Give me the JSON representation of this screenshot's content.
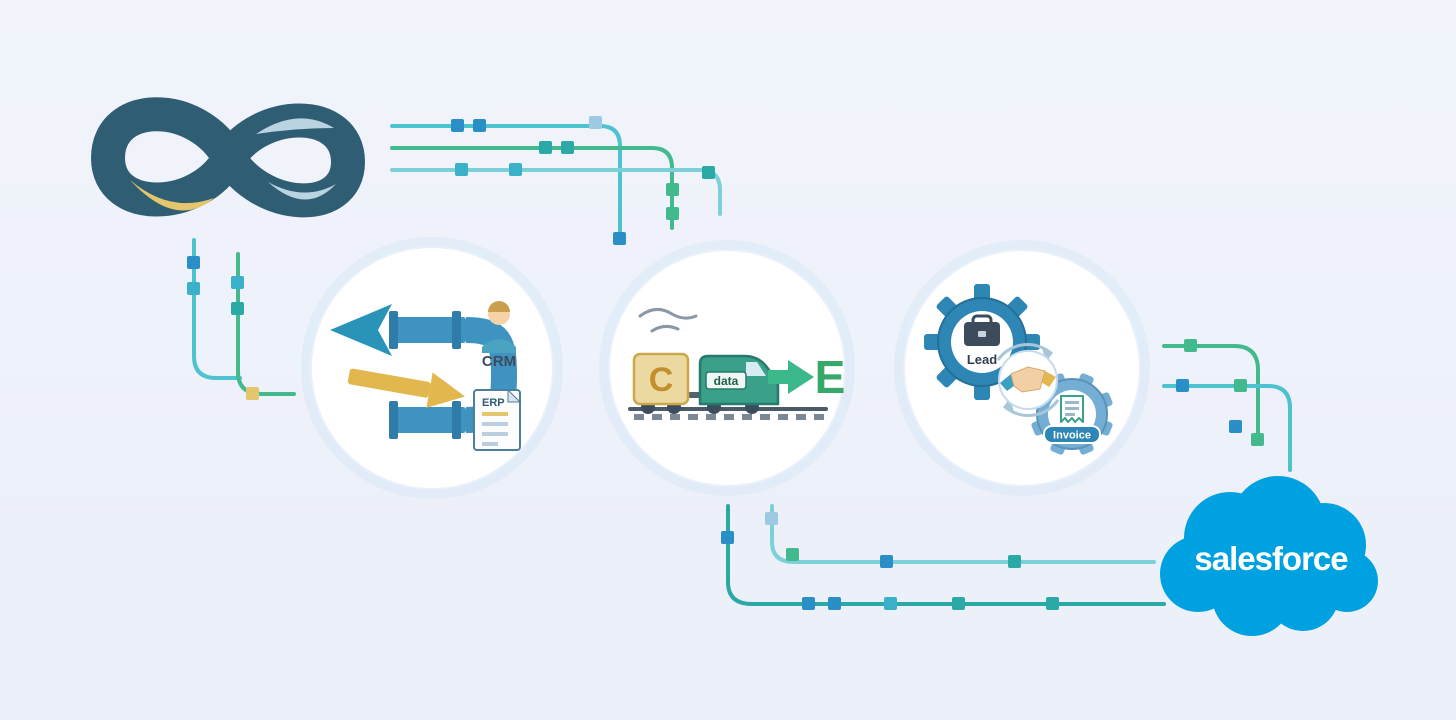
{
  "colors": {
    "background": "#eef1f8",
    "logo_dark_teal": "#2f5d74",
    "logo_yellow": "#e4c76c",
    "logo_light_blue": "#b9d3e0",
    "line_teal": "#4cc3cf",
    "line_green": "#43b98e",
    "line_light_teal": "#7cd0d8",
    "square_blue": "#2b8fc7",
    "square_teal": "#2aa9a6",
    "square_cyan": "#3ab0c9",
    "square_light_blue": "#9ec9e2",
    "square_yellow": "#e4c76c",
    "pipe_blue": "#3f93c0",
    "arrow_teal": "#2a93b8",
    "arrow_yellow": "#e2b74e",
    "train_car_yellow": "#ecd9a2",
    "van_teal": "#3aa08a",
    "arrow_green": "#3cb98a",
    "letter_c_color": "#c28f2c",
    "letter_e_color": "#35a86a",
    "gear_blue": "#2e86b5",
    "gear_light_blue": "#74aed4",
    "text_dark": "#3c4c5c",
    "salesforce_blue": "#00a1e0"
  },
  "labels": {
    "crm": "CRM",
    "erp": "ERP",
    "letter_c": "C",
    "van_data": "data",
    "letter_e": "E",
    "lead": "Lead",
    "invoice": "Invoice",
    "salesforce_wordmark": "salesforce"
  }
}
